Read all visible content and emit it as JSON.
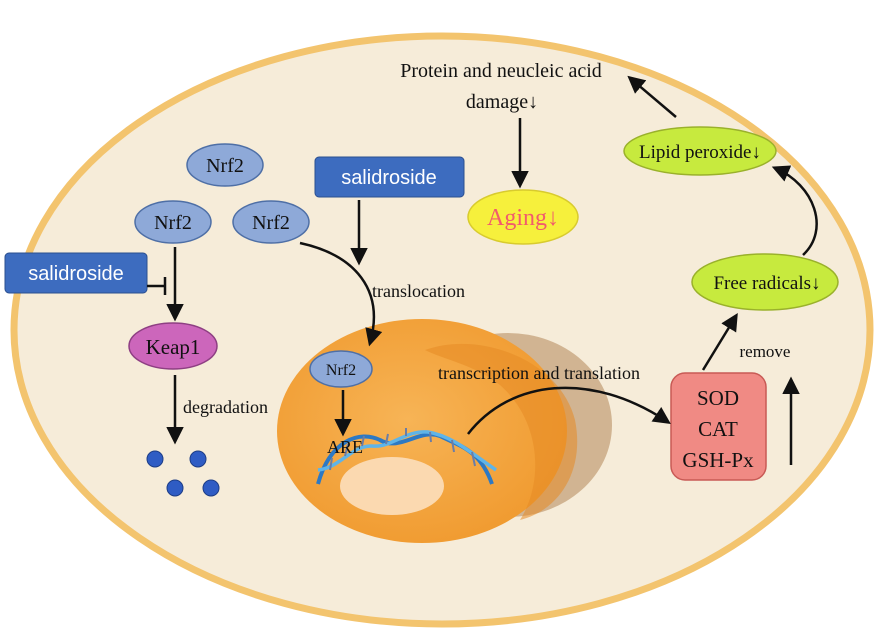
{
  "labels": {
    "protein_damage_line1": "Protein and neucleic acid",
    "protein_damage_line2": "damage↓",
    "aging": "Aging↓",
    "lipid_peroxide": "Lipid peroxide↓",
    "free_radicals": "Free radicals↓",
    "remove": "remove",
    "nrf2_top": "Nrf2",
    "nrf2_left": "Nrf2",
    "nrf2_right": "Nrf2",
    "nrf2_nucleus": "Nrf2",
    "salidroside_top": "salidroside",
    "salidroside_left": "salidroside",
    "keap1": "Keap1",
    "degradation": "degradation",
    "translocation": "translocation",
    "transcription_translation": "transcription and translation",
    "are": "ARE",
    "sod": "SOD",
    "cat": "CAT",
    "gsh_px": "GSH-Px"
  },
  "colors": {
    "cell_fill": "#f6ecd9",
    "cell_border": "#f3c46e",
    "nrf2_fill": "#8ea9d8",
    "nrf2_border": "#4e6fa6",
    "salidroside_fill": "#3d6cbf",
    "keap1_fill": "#cc66bb",
    "aging_fill": "#f6f03c",
    "aging_text": "#f25b6c",
    "green_fill": "#c7ea3e",
    "enzyme_fill": "#f08a84",
    "nucleus_fill": "#f3a53e",
    "dna_strand": "#2d79c4"
  }
}
